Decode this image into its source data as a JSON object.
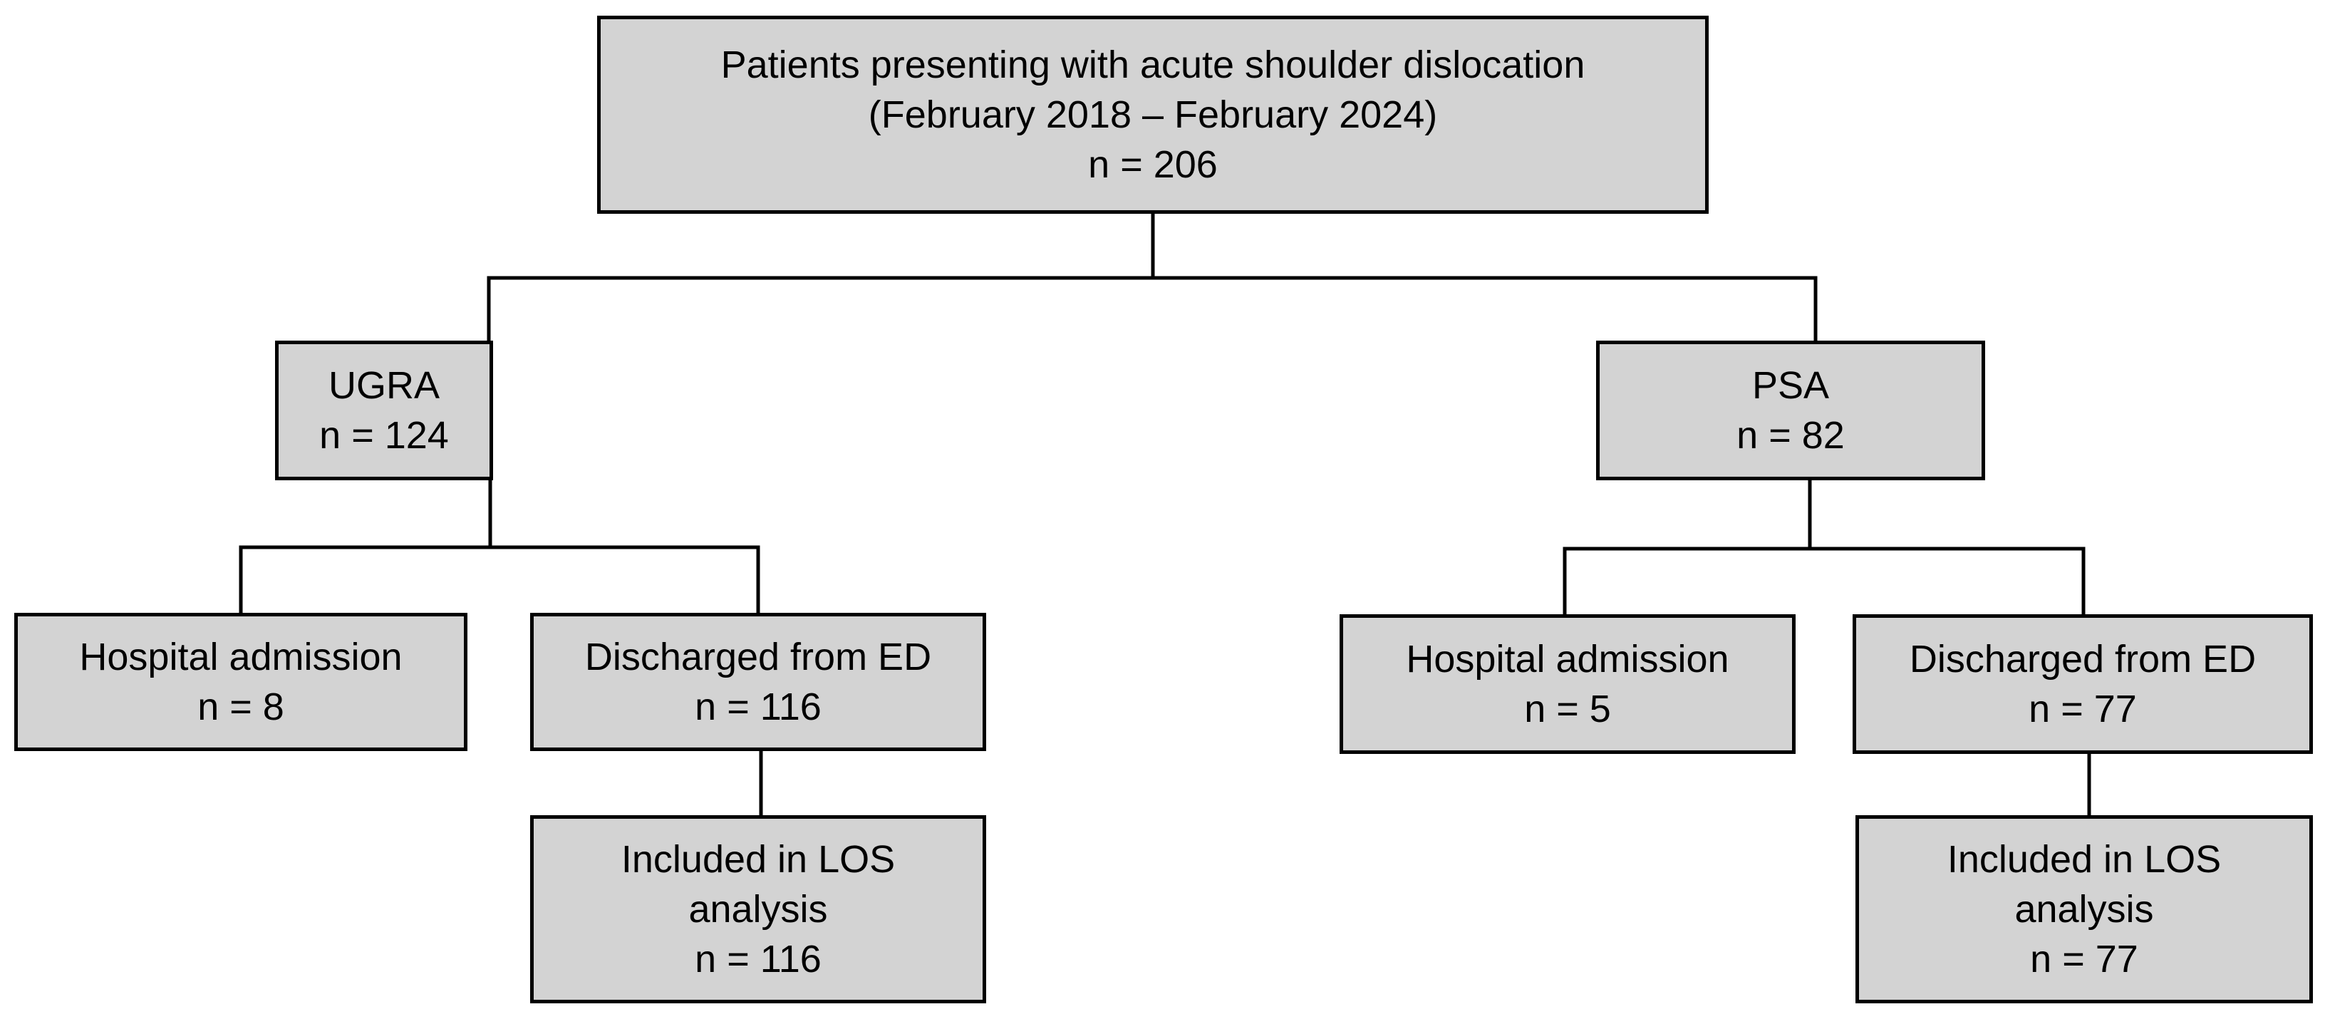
{
  "root": {
    "line1": "Patients presenting with acute shoulder dislocation",
    "line2": "(February 2018 – February 2024)",
    "count": "n = 206"
  },
  "ugra": {
    "label": "UGRA",
    "count": "n = 124",
    "admission": {
      "label": "Hospital admission",
      "count": "n = 8"
    },
    "discharged": {
      "label": "Discharged from ED",
      "count": "n = 116"
    },
    "los": {
      "line1": "Included in LOS",
      "line2": "analysis",
      "count": "n = 116"
    }
  },
  "psa": {
    "label": "PSA",
    "count": "n = 82",
    "admission": {
      "label": "Hospital admission",
      "count": "n = 5"
    },
    "discharged": {
      "label": "Discharged from ED",
      "count": "n = 77"
    },
    "los": {
      "line1": "Included in LOS",
      "line2": "analysis",
      "count": "n = 77"
    }
  }
}
